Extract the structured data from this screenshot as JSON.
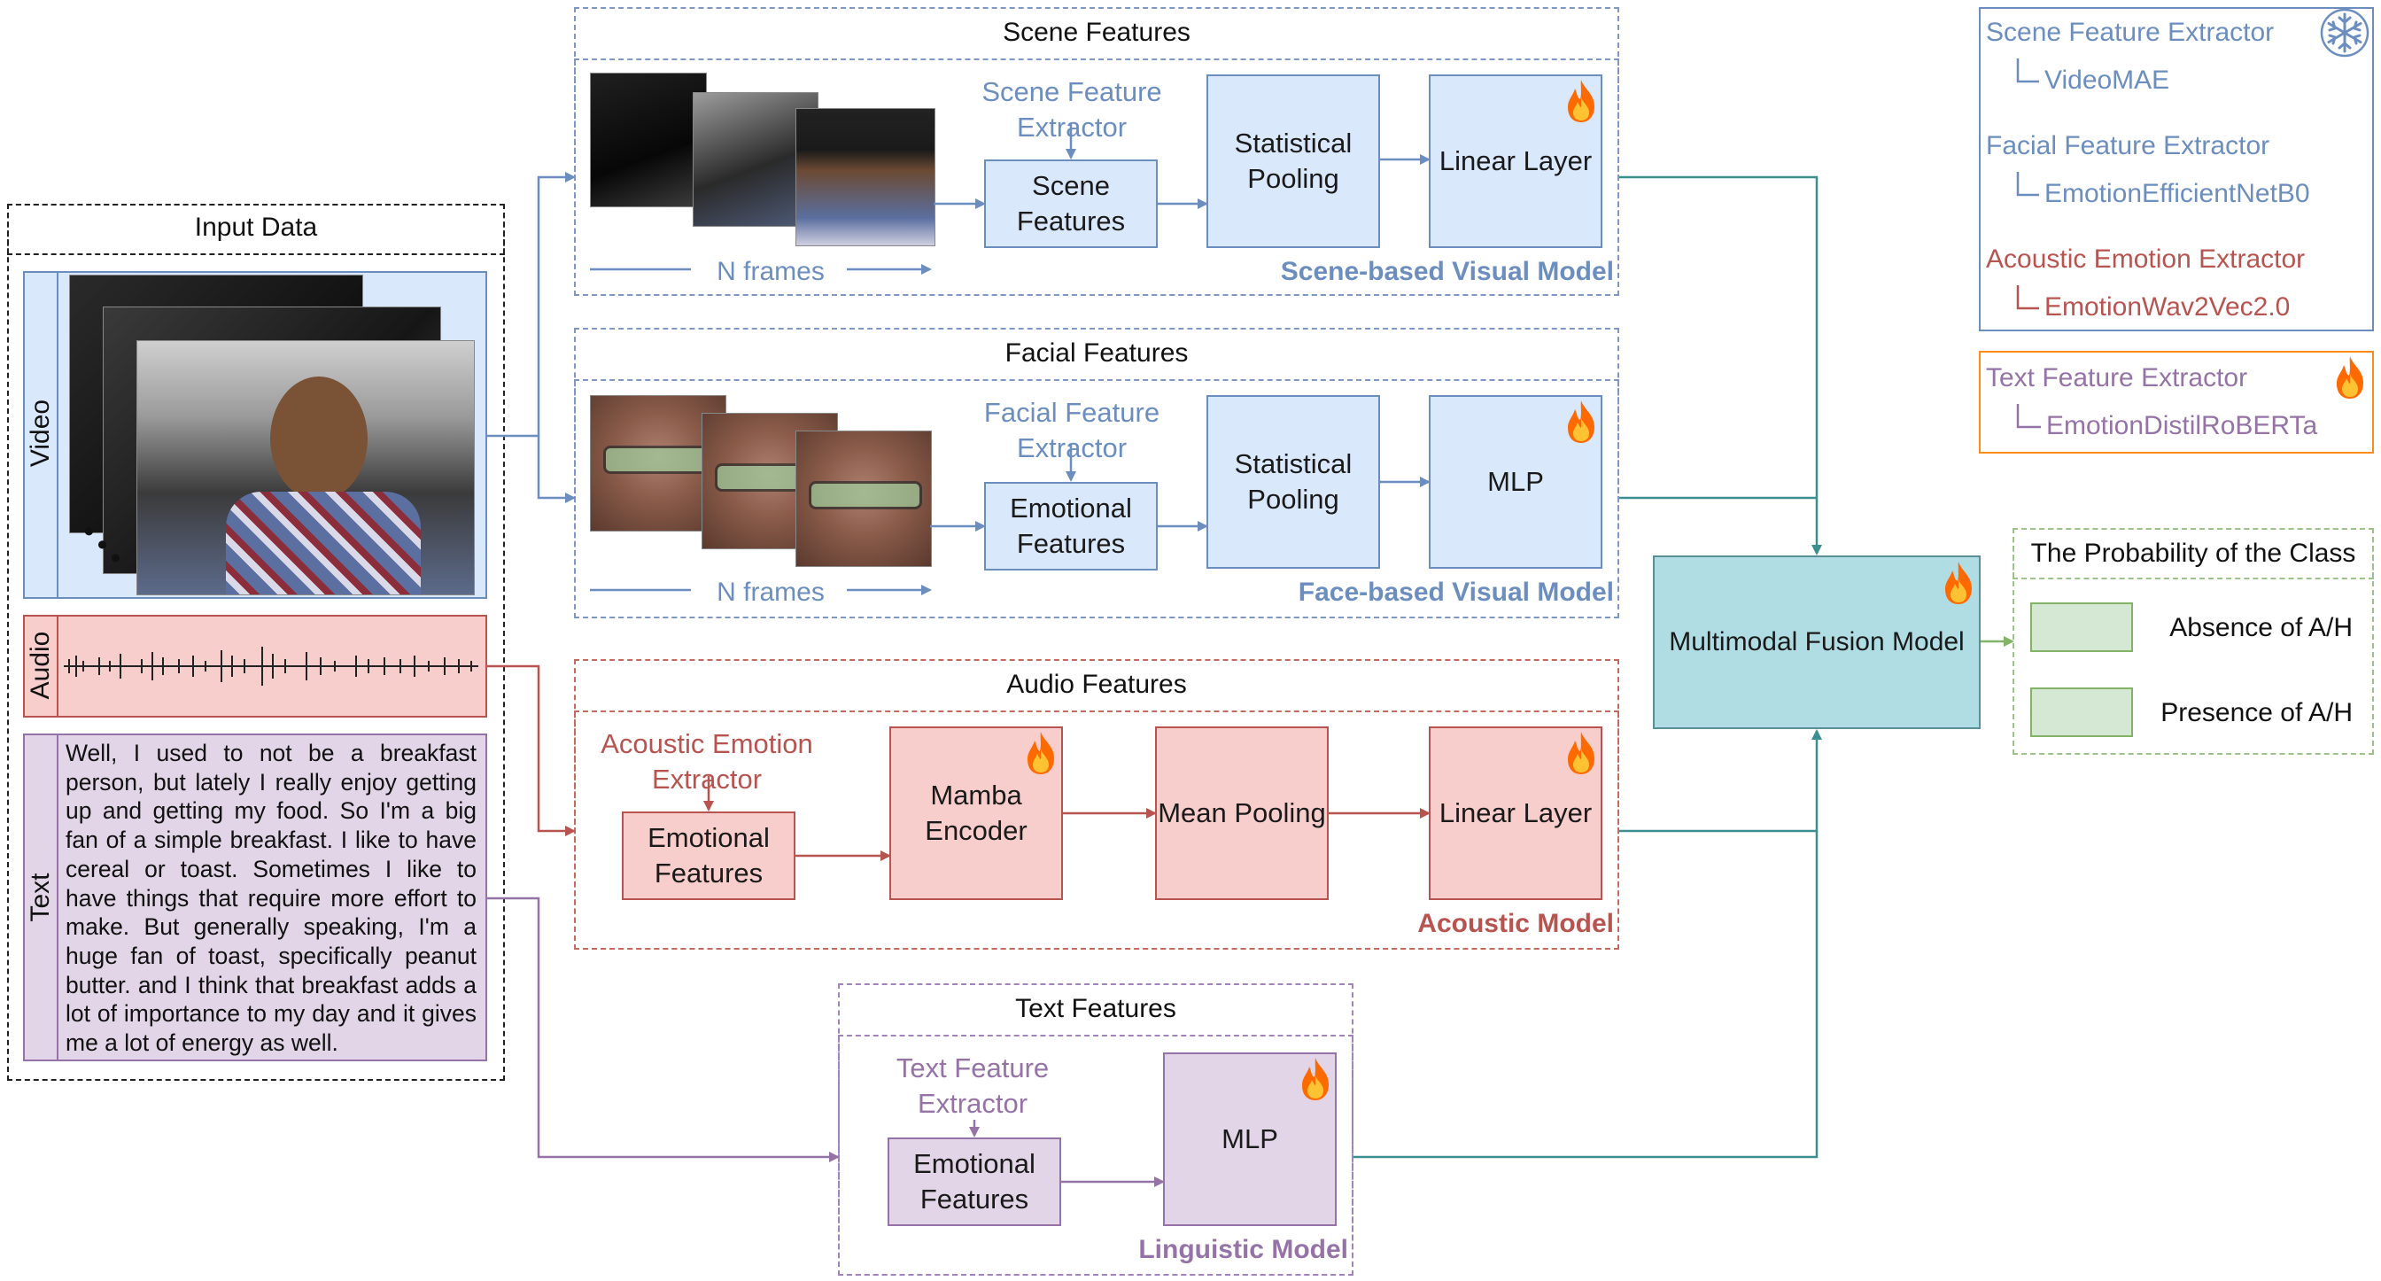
{
  "input": {
    "title": "Input Data",
    "video_label": "Video",
    "audio_label": "Audio",
    "text_label": "Text",
    "transcript": "Well, I used to not be a breakfast person, but lately I really enjoy getting up and getting my food. So I'm a big fan of a simple breakfast. I like to have cereal or toast. Sometimes I like to have things that require more effort to make. But generally speaking, I'm a huge fan of toast, specifically peanut butter. and I think that breakfast adds a lot of importance to my day and it gives me a lot of energy as well."
  },
  "scene": {
    "title": "Scene Features",
    "extractor": "Scene Feature Extractor",
    "features": "Scene Features",
    "pooling": "Statistical Pooling",
    "head": "Linear Layer",
    "frames": "N frames",
    "model": "Scene-based Visual Model"
  },
  "face": {
    "title": "Facial Features",
    "extractor": "Facial Feature Extractor",
    "features": "Emotional Features",
    "pooling": "Statistical Pooling",
    "head": "MLP",
    "frames": "N frames",
    "model": "Face-based Visual Model"
  },
  "audio": {
    "title": "Audio Features",
    "extractor": "Acoustic Emotion Extractor",
    "features": "Emotional Features",
    "encoder": "Mamba Encoder",
    "pooling": "Mean Pooling",
    "head": "Linear Layer",
    "model": "Acoustic Model"
  },
  "text": {
    "title": "Text Features",
    "extractor": "Text Feature Extractor",
    "features": "Emotional Features",
    "head": "MLP",
    "model": "Linguistic Model"
  },
  "fusion": {
    "label": "Multimodal Fusion Model"
  },
  "output": {
    "title": "The Probability of the Class",
    "absence": "Absence of A/H",
    "presence": "Presence of A/H"
  },
  "legend": {
    "frozen": [
      {
        "name": "Scene Feature Extractor",
        "model": "VideoMAE",
        "color": "#6c8ebf"
      },
      {
        "name": "Facial Feature Extractor",
        "model": "EmotionEfficientNetB0",
        "color": "#6c8ebf"
      },
      {
        "name": "Acoustic Emotion Extractor",
        "model": "EmotionWav2Vec2.0",
        "color": "#b85450"
      }
    ],
    "trainable": {
      "name": "Text Feature Extractor",
      "model": "EmotionDistilRoBERTa",
      "color": "#9673a6"
    },
    "frozen_icon": "snowflake-icon",
    "trainable_icon": "fire-icon"
  },
  "colors": {
    "blue": "#6c8ebf",
    "red": "#b85450",
    "purple": "#9673a6",
    "green": "#82b366",
    "teal": "#3d8f8f",
    "orange": "#ff8c1a"
  }
}
